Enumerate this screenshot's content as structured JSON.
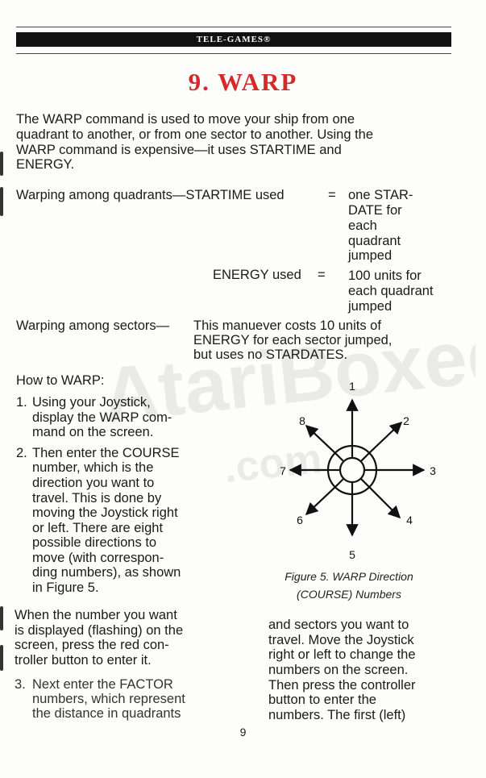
{
  "header": {
    "banner": "TELE-GAMES®"
  },
  "chapter_title": "9. WARP",
  "intro": [
    "The WARP command is used to move your ship from one",
    "quadrant to another, or from one sector to another. Using the",
    "WARP command is expensive—it uses STARTIME and",
    "ENERGY."
  ],
  "quadrant_cost": {
    "startime_label": "Warping among quadrants—STARTIME used",
    "equals": "=",
    "startime_value": [
      "one STAR-",
      "DATE for",
      "each",
      "quadrant",
      "jumped"
    ],
    "energy_label": "ENERGY used",
    "energy_value": [
      "100 units for",
      "each quadrant",
      "jumped"
    ]
  },
  "sector_cost": {
    "label": "Warping among sectors—",
    "lines": [
      "This manuever costs 10 units of",
      "ENERGY for each sector jumped,",
      "but uses no STARDATES."
    ]
  },
  "how_to": {
    "heading": "How to WARP:",
    "step1_number": "1.",
    "step1": [
      "Using your Joystick,",
      "display the WARP com-",
      "mand on the screen."
    ],
    "step2_number": "2.",
    "step2": [
      "Then enter the COURSE",
      "number, which is the",
      "direction you want to",
      "travel. This is done by",
      "moving the Joystick right",
      "or left. There are eight",
      "possible directions to",
      "move (with correspon-",
      "ding numbers), as shown",
      "in Figure 5."
    ],
    "when": [
      "When the number you want",
      "is displayed (flashing) on the",
      "screen, press the red con-",
      "troller button to enter it."
    ],
    "step3_number": "3.",
    "step3": [
      "Next enter the FACTOR",
      "numbers, which represent",
      "the distance in quadrants"
    ]
  },
  "right_column": [
    "and sectors you want to",
    "travel. Move the Joystick",
    "right or left to change the",
    "numbers on the screen.",
    "Then press the controller",
    "button to enter the",
    "numbers. The first (left)"
  ],
  "figure": {
    "labels": [
      "1",
      "2",
      "3",
      "4",
      "5",
      "6",
      "7",
      "8"
    ],
    "caption": [
      "Figure 5. WARP Direction",
      "(COURSE) Numbers"
    ]
  },
  "page_number": "9",
  "watermark": {
    "name": "AtariBoxed",
    "domain": ".com"
  }
}
